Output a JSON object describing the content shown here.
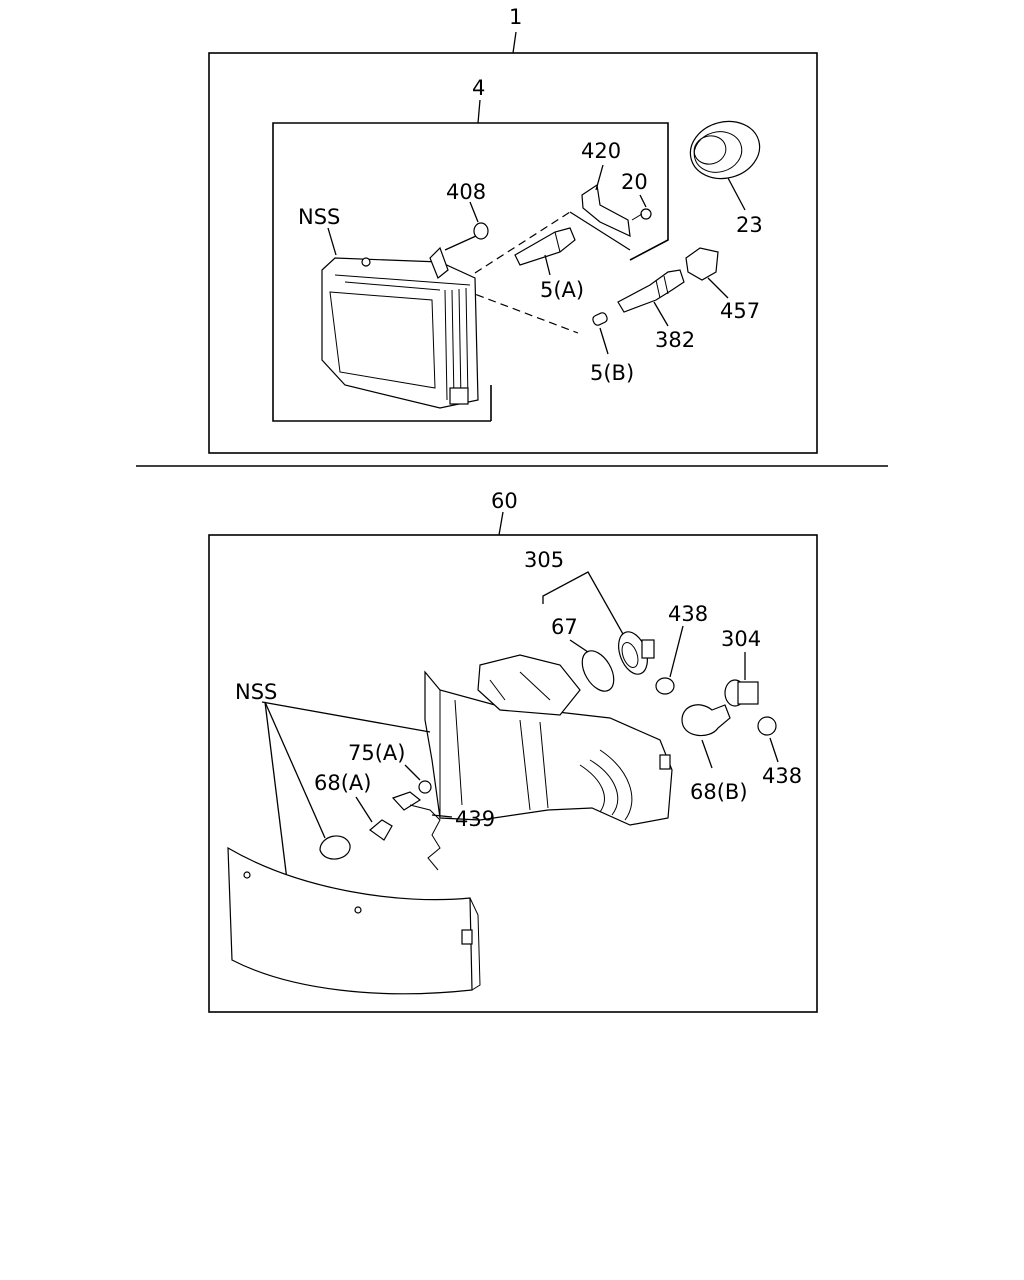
{
  "top_assembly": {
    "main_callout": "1",
    "sub_callout": "4",
    "parts": {
      "nss": "NSS",
      "p408": "408",
      "p420": "420",
      "p20": "20",
      "p23": "23",
      "p5a": "5(A)",
      "p457": "457",
      "p382": "382",
      "p5b": "5(B)"
    }
  },
  "bottom_assembly": {
    "main_callout": "60",
    "parts": {
      "p305": "305",
      "p67": "67",
      "p438_top": "438",
      "p304": "304",
      "nss": "NSS",
      "p75a": "75(A)",
      "p68a": "68(A)",
      "p439": "439",
      "p68b": "68(B)",
      "p438_bottom": "438"
    }
  }
}
